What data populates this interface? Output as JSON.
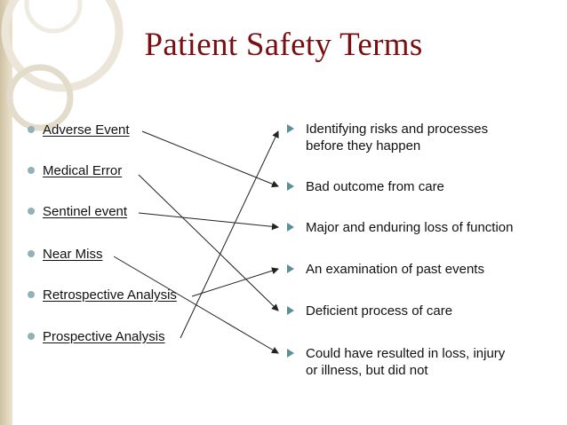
{
  "slide": {
    "title": "Patient  Safety Terms"
  },
  "terms": [
    "Adverse Event",
    "Medical Error",
    "Sentinel event",
    "Near Miss",
    "Retrospective Analysis",
    "Prospective Analysis"
  ],
  "definitions": [
    "Identifying risks and processes\nbefore they happen",
    "Bad outcome from care",
    "Major and enduring loss of function",
    "An examination of past events",
    "Deficient process of care",
    "Could have resulted in loss, injury\nor illness, but did not"
  ],
  "colors": {
    "title": "#7a0f12",
    "bullet": "#8fb3b6",
    "arrow_bullet": "#5d8f9a",
    "connector": "#222222"
  },
  "icons": {
    "term_bullet": "filled-circle",
    "definition_bullet": "arrowhead-right"
  }
}
